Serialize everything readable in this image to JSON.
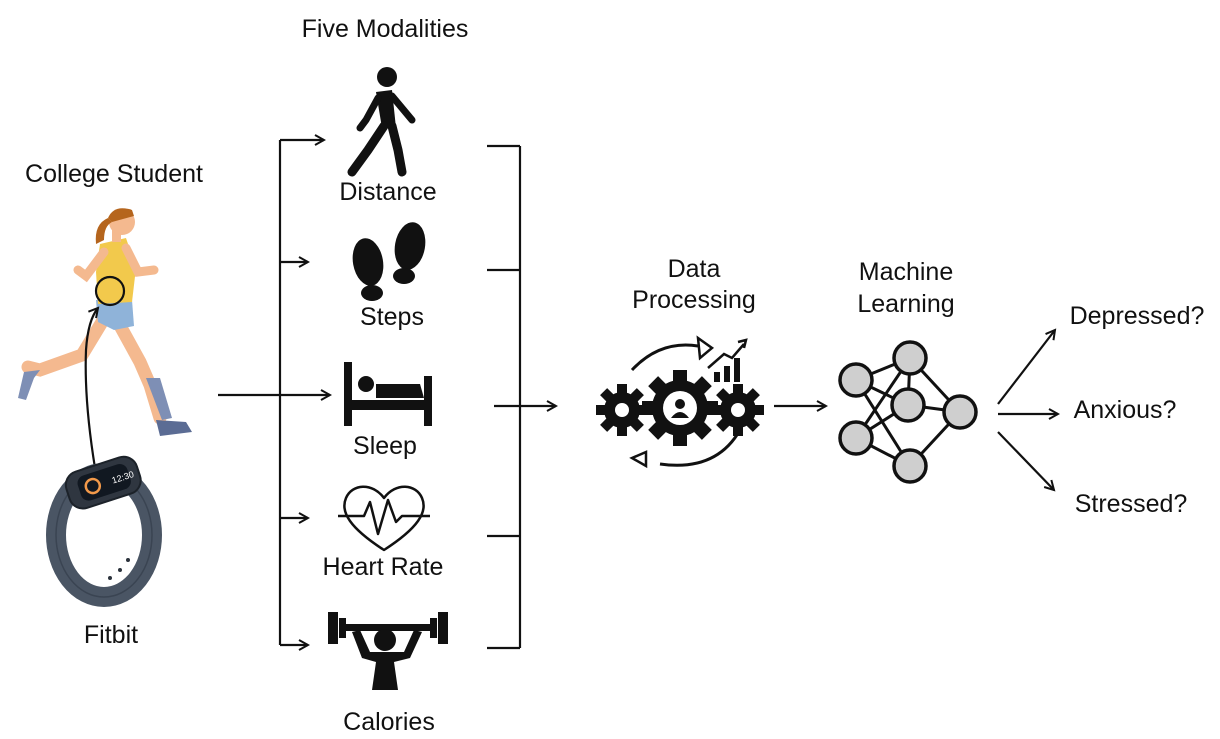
{
  "header": {
    "title": "Five Modalities"
  },
  "student": {
    "label": "College Student"
  },
  "device": {
    "label": "Fitbit",
    "screen_text": "12:30"
  },
  "modalities": [
    {
      "label": "Distance",
      "icon": "walking-person-icon"
    },
    {
      "label": "Steps",
      "icon": "footprints-icon"
    },
    {
      "label": "Sleep",
      "icon": "bed-icon"
    },
    {
      "label": "Heart Rate",
      "icon": "heart-pulse-icon"
    },
    {
      "label": "Calories",
      "icon": "weightlifter-icon"
    }
  ],
  "processing": {
    "line1": "Data",
    "line2": "Processing",
    "icon": "gears-icon"
  },
  "ml": {
    "line1": "Machine",
    "line2": "Learning",
    "icon": "neural-network-icon"
  },
  "outputs": [
    {
      "label": "Depressed?"
    },
    {
      "label": "Anxious?"
    },
    {
      "label": "Stressed?"
    }
  ],
  "colors": {
    "stroke": "#111111",
    "runner_shirt": "#f2c94c",
    "runner_skin": "#f4b98f",
    "runner_hair": "#b5651d",
    "runner_shorts": "#8fb3d9",
    "runner_socks": "#7e8fb5",
    "fitbit_band": "#4a5564",
    "node_fill": "#cfcfcf"
  }
}
